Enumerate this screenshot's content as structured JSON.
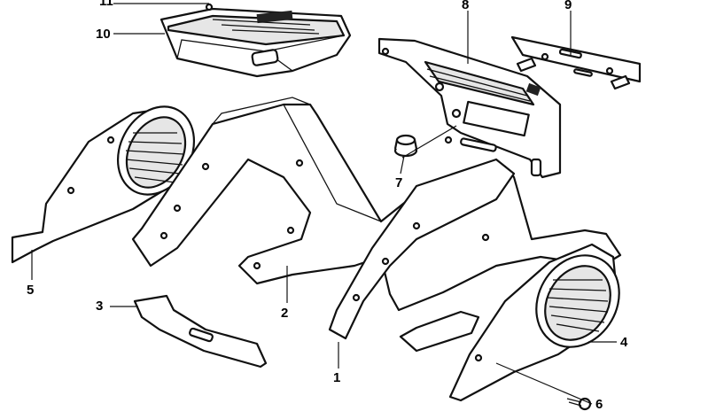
{
  "diagram": {
    "callouts": [
      {
        "id": "1",
        "label": "1"
      },
      {
        "id": "2",
        "label": "2"
      },
      {
        "id": "3",
        "label": "3"
      },
      {
        "id": "4",
        "label": "4"
      },
      {
        "id": "5",
        "label": "5"
      },
      {
        "id": "6",
        "label": "6"
      },
      {
        "id": "7",
        "label": "7"
      },
      {
        "id": "8",
        "label": "8"
      },
      {
        "id": "9",
        "label": "9"
      },
      {
        "id": "10",
        "label": "10"
      },
      {
        "id": "11",
        "label": "11"
      }
    ],
    "colors": {
      "line": "#111111",
      "background": "#ffffff",
      "fill": "#ffffff"
    }
  }
}
